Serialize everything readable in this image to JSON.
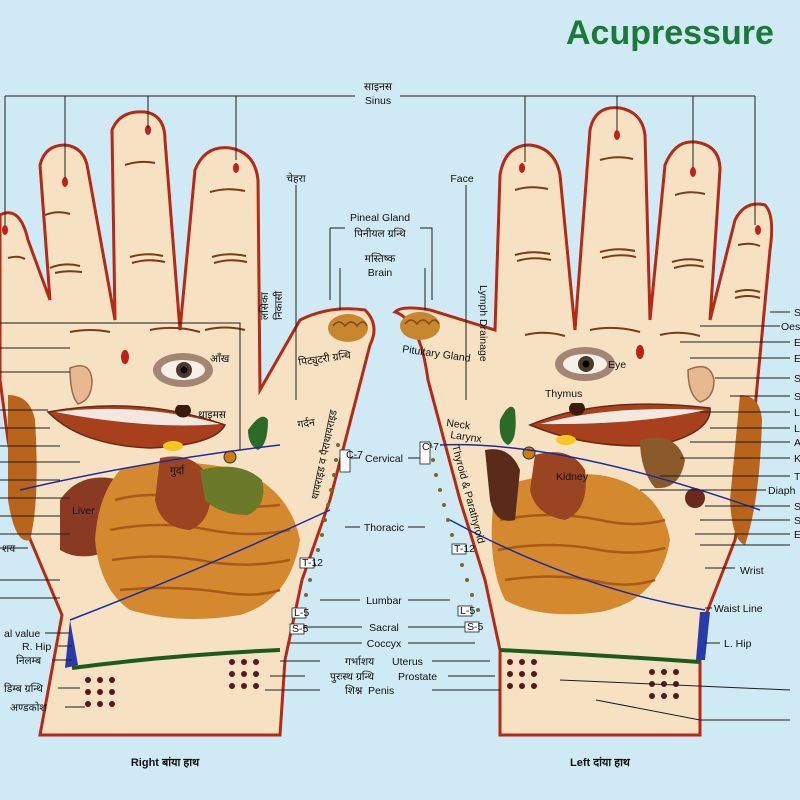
{
  "title": "Acupressure",
  "hands": {
    "right_caption": "Right बांया हाथ",
    "left_caption": "Left दांया हाथ"
  },
  "labels": {
    "sinus_hi": "साइनस",
    "sinus": "Sinus",
    "face": "Face",
    "face_hi": "चेहरा",
    "pineal_en": "Pineal Gland",
    "pineal_hi": "पिनीयल ग्रन्थि",
    "brain_hi": "मस्तिष्क",
    "brain": "Brain",
    "pituitary": "Pituitary Gland",
    "pituitary_hi": "पिट्युटरी ग्रन्थि",
    "lymph": "Lymph Drainage",
    "lymph_hi": "निकासी",
    "lymph_hi2": "लसिका",
    "eye": "Eye",
    "eye_hi": "आँख",
    "thymus": "Thymus",
    "thymus_hi": "थाइमस",
    "neck": "Neck",
    "neck_hi": "गर्दन",
    "larynx": "Larynx",
    "thyroid": "Thyroid & Parathyroid",
    "thyroid_hi": "थायराइड व पैराथायराइड",
    "cervical": "Cervical",
    "thoracic": "Thoracic",
    "lumbar": "Lumbar",
    "sacral": "Sacral",
    "coccyx": "Coccyx",
    "uterus_hi": "गर्भाशय",
    "uterus": "Uterus",
    "prostate_hi": "पुरःस्थ ग्रन्थि",
    "prostate": "Prostate",
    "penis_hi": "शिश्न",
    "penis": "Penis",
    "kidney": "Kidney",
    "kidney_hi": "गुर्दा",
    "liver": "Liver",
    "wrist": "Wrist",
    "waist": "Waist Line",
    "lhip": "L. Hip",
    "rhip": "R. Hip",
    "ileocecal": "al value",
    "ileocecal_hi": "निलम्ब",
    "ovary_hi": "डिम्ब ग्रन्थि",
    "testes_hi": "अण्डकोश",
    "bladder_hi": "शय",
    "diaphragm": "Diaph",
    "t12a": "T-12",
    "t12b": "T-12",
    "l5a": "L-5",
    "l5b": "L-5",
    "s5a": "S-5",
    "s5b": "S-5",
    "c7a": "C-7",
    "c7b": "C-7",
    "right_edge": [
      "S",
      "Oes",
      "E",
      "E",
      "S",
      "S",
      "L",
      "L",
      "A",
      "K",
      "T",
      "S",
      "S",
      "E"
    ]
  },
  "colors": {
    "title": "#1b7a3a",
    "background": "#cfeaf4",
    "hand_fill": "#f6e2c2",
    "hand_outline": "#b32a17",
    "line": "#1d1d1d",
    "organ": "#b8641c"
  }
}
